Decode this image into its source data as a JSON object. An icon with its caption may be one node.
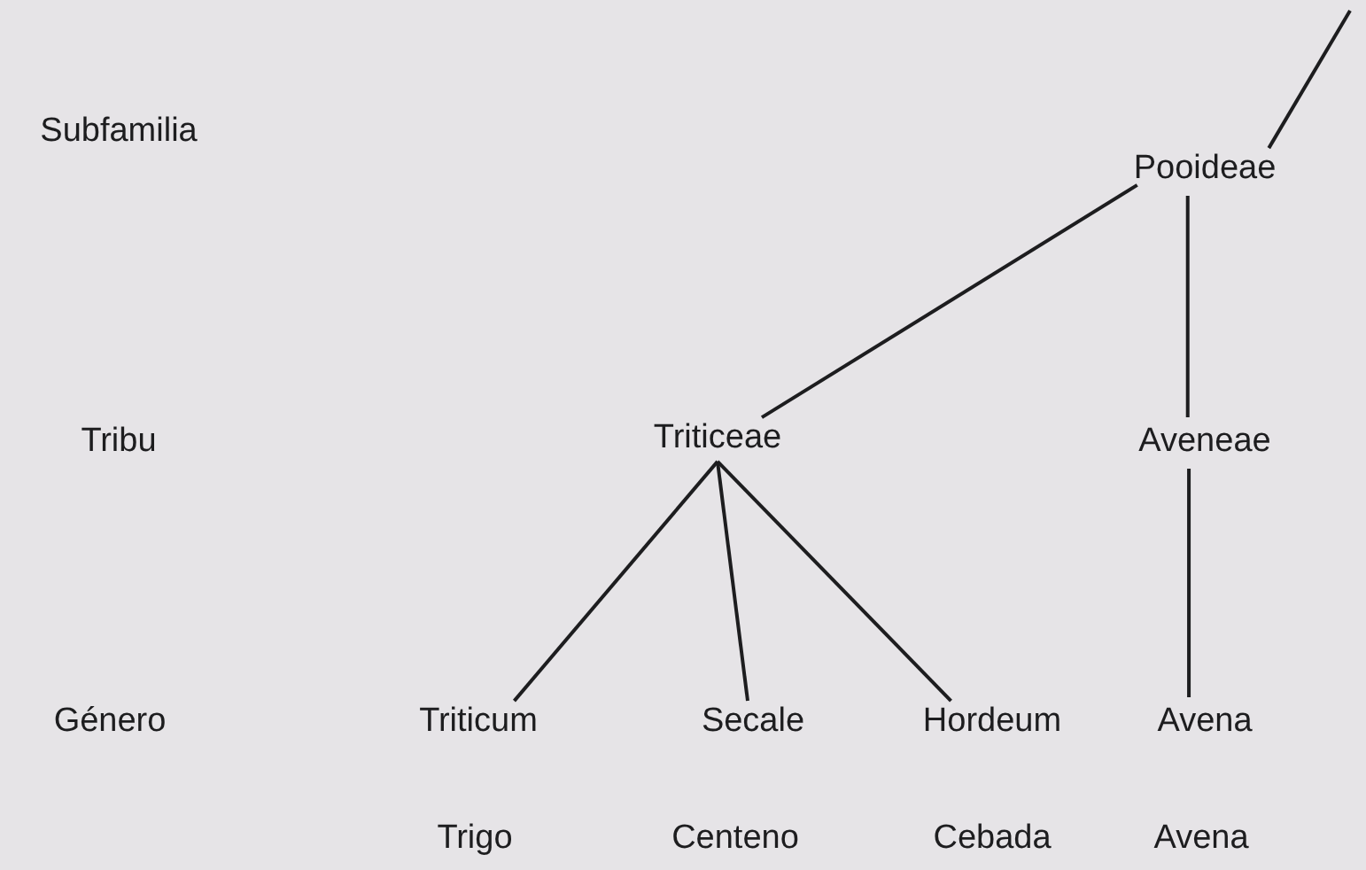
{
  "diagram": {
    "nodes": [
      {
        "text": [
          "Pooideae"
        ]
      },
      {
        "text": [
          "Triticeae"
        ]
      },
      {
        "text": [
          "Aveneae"
        ]
      },
      {
        "text": [
          "Triticum"
        ]
      },
      {
        "text": [
          "Secale"
        ]
      },
      {
        "text": [
          "Hordeum"
        ]
      },
      {
        "text": [
          "Avena"
        ]
      }
    ],
    "edges": [
      {
        "from": null,
        "to": 0,
        "arrow": "none"
      },
      {
        "from": 0,
        "to": 1,
        "arrow": "none"
      },
      {
        "from": 0,
        "to": 2,
        "arrow": "none"
      },
      {
        "from": 1,
        "to": 3,
        "arrow": "none"
      },
      {
        "from": 1,
        "to": 4,
        "arrow": "none"
      },
      {
        "from": 1,
        "to": 5,
        "arrow": "none"
      },
      {
        "from": 2,
        "to": 6,
        "arrow": "none"
      }
    ],
    "labels": [
      "Subfamilia",
      "Tribu",
      "Género",
      "Trigo",
      "Centeno",
      "Cebada",
      "Avena"
    ]
  }
}
